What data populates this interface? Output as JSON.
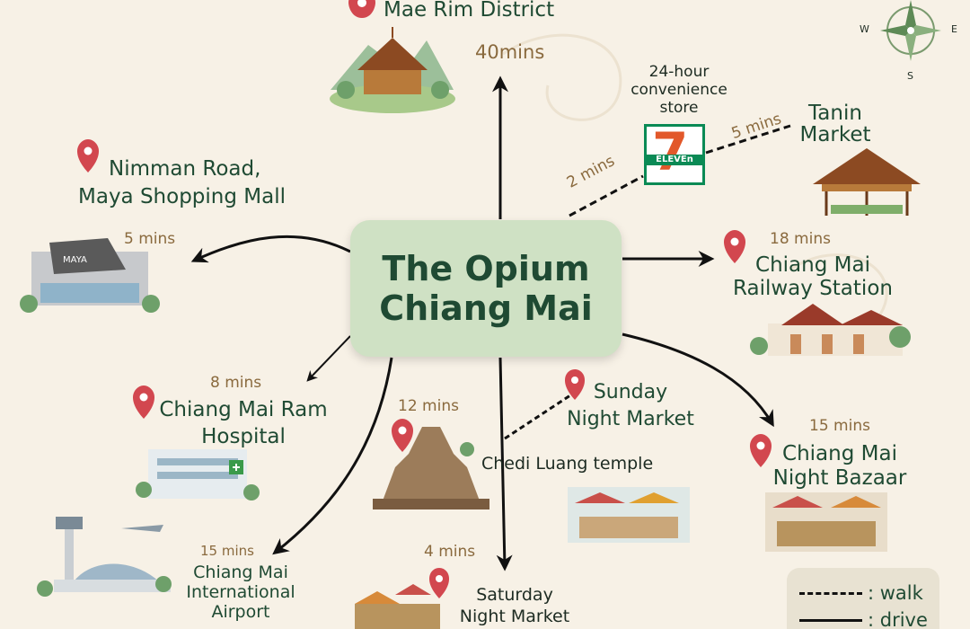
{
  "hub": {
    "title_line1": "The Opium",
    "title_line2": "Chiang Mai"
  },
  "destinations": {
    "mae_rim": {
      "name": "Mae Rim District",
      "time": "40mins"
    },
    "convenience": {
      "name_line1": "24-hour",
      "name_line2": "convenience",
      "name_line3": "store",
      "time": "2 mins"
    },
    "tanin": {
      "name_line1": "Tanin",
      "name_line2": "Market",
      "time": "5 mins"
    },
    "nimman": {
      "name_line1": "Nimman Road,",
      "name_line2": "Maya Shopping Mall",
      "time": "5 mins"
    },
    "railway": {
      "name_line1": "Chiang Mai",
      "name_line2": "Railway Station",
      "time": "18 mins"
    },
    "hospital": {
      "name_line1": "Chiang Mai Ram",
      "name_line2": "Hospital",
      "time": "8 mins"
    },
    "sunday": {
      "name_line1": "Sunday",
      "name_line2": "Night Market"
    },
    "chedi": {
      "name": "Chedi Luang temple",
      "time": "12 mins"
    },
    "bazaar": {
      "name_line1": "Chiang Mai",
      "name_line2": "Night Bazaar",
      "time": "15 mins"
    },
    "airport": {
      "name_line1": "Chiang Mai",
      "name_line2": "International",
      "name_line3": "Airport",
      "time": "15 mins"
    },
    "saturday": {
      "name_line1": "Saturday",
      "name_line2": "Night Market",
      "time": "4 mins"
    }
  },
  "store_logo": {
    "number": "7",
    "band": "ELEVEn"
  },
  "compass": {
    "west": "W",
    "east": "E",
    "south": "S"
  },
  "legend": {
    "walk": ": walk",
    "drive": ": drive"
  },
  "colors": {
    "background": "#f7f1e6",
    "hub": "#cfe1c4",
    "text": "#1f4a33",
    "time": "#8a6a3e",
    "pin": "#d2474f"
  }
}
